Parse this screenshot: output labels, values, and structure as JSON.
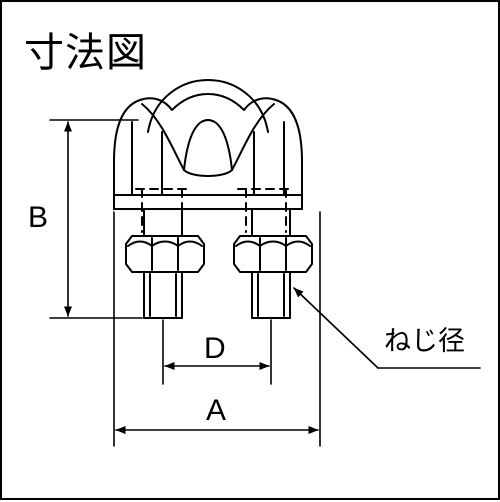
{
  "title": "寸法図",
  "dimensions": {
    "a": "A",
    "b": "B",
    "d": "D"
  },
  "callout": {
    "thread_diameter": "ねじ径"
  },
  "colors": {
    "line": "#000000",
    "background": "#ffffff"
  }
}
